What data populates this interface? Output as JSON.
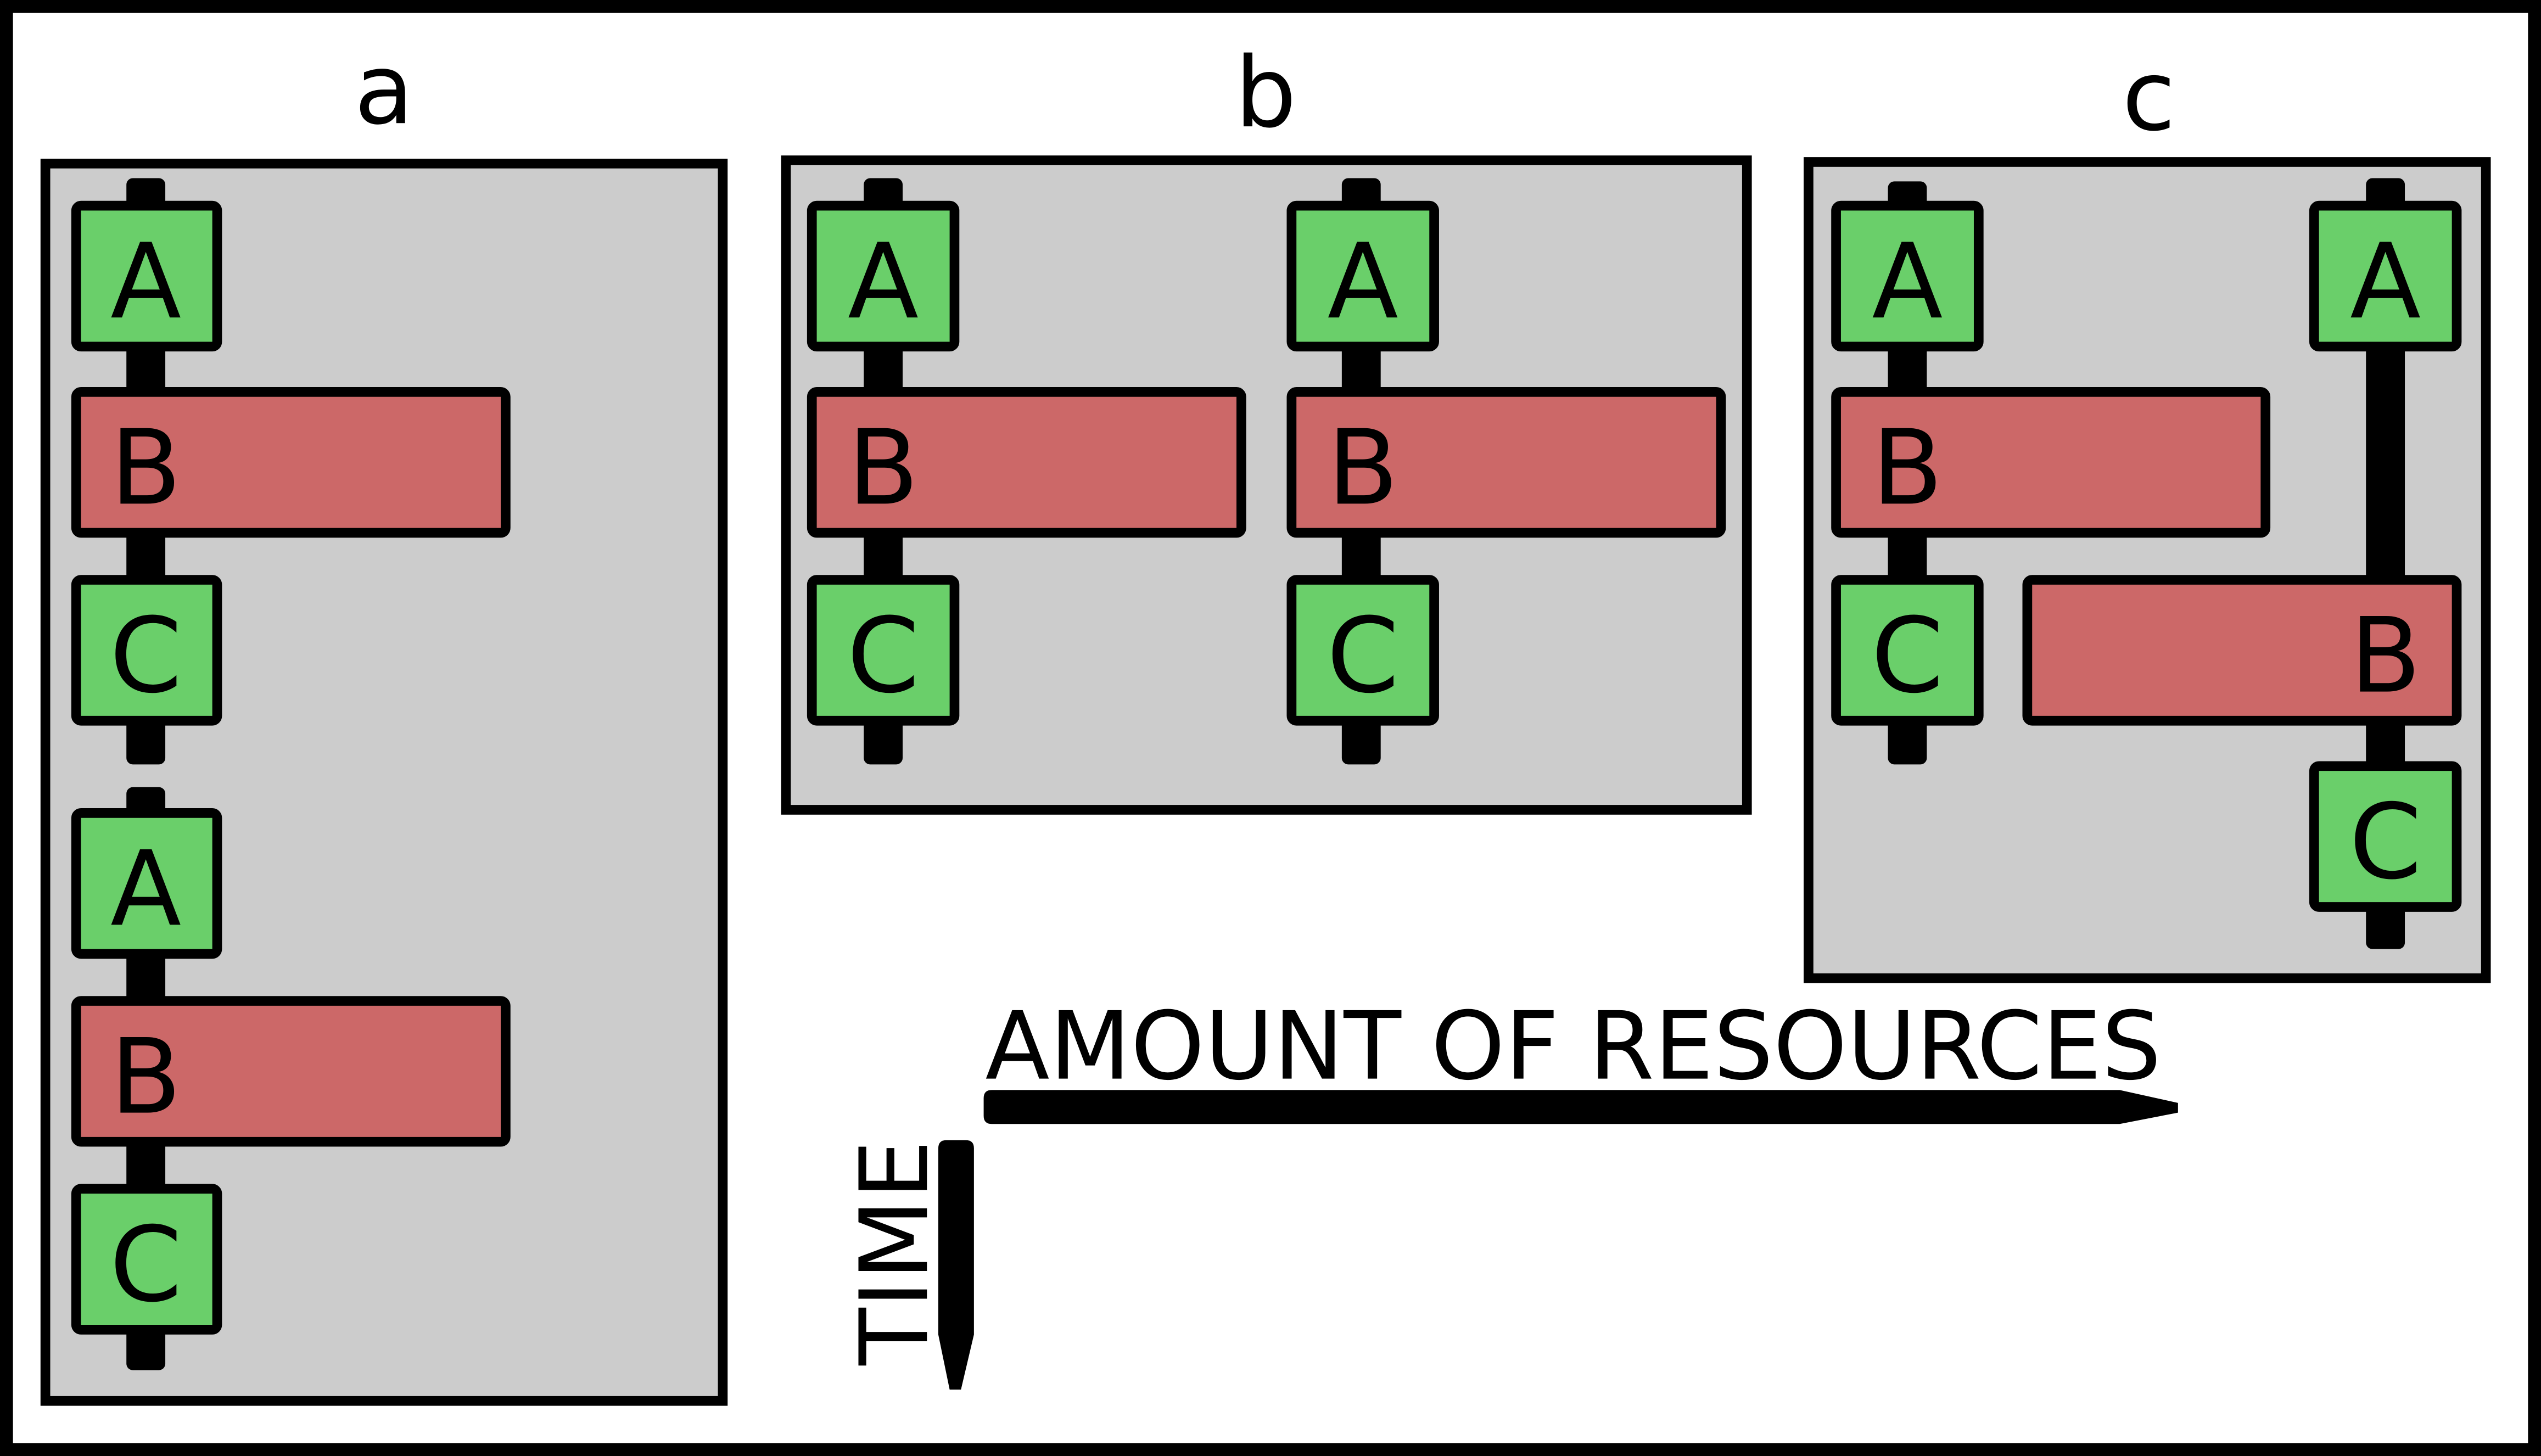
{
  "panels": {
    "a": {
      "title": "a"
    },
    "b": {
      "title": "b"
    },
    "c": {
      "title": "c"
    }
  },
  "tasks": {
    "a_label": "A",
    "b_label": "B",
    "c_label": "C"
  },
  "axes": {
    "x_label": "AMOUNT OF RESOURCES",
    "y_label": "TIME"
  },
  "colors": {
    "panel_fill": "#cccccc",
    "task_green": "#6acf6a",
    "task_red": "#cc6868",
    "stroke": "#000000",
    "background": "#ffffff"
  }
}
